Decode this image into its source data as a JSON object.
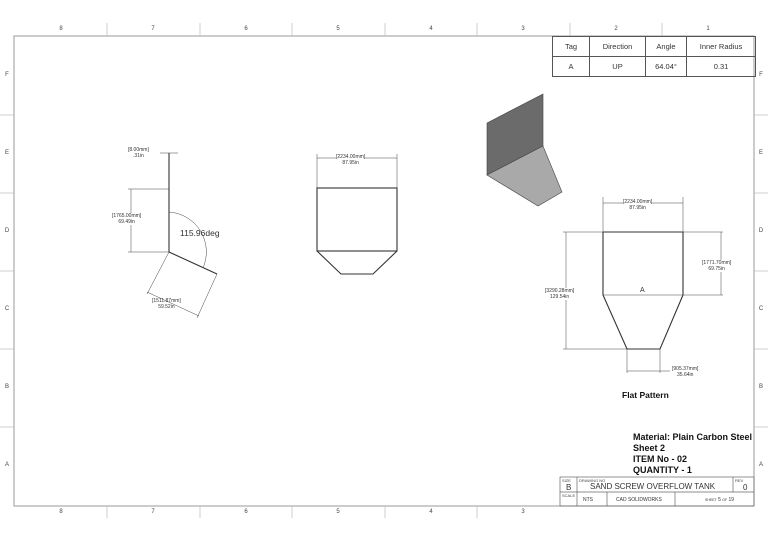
{
  "sheet": {
    "zones_top": [
      "8",
      "7",
      "6",
      "5",
      "4",
      "3",
      "2",
      "1"
    ],
    "zones_bottom": [
      "8",
      "7",
      "6",
      "5",
      "4",
      "3"
    ],
    "zones_side": [
      "F",
      "E",
      "D",
      "C",
      "B",
      "A"
    ]
  },
  "bend_table": {
    "headers": [
      "Tag",
      "Direction",
      "Angle",
      "Inner Radius"
    ],
    "rows": [
      [
        "A",
        "UP",
        "64.04°",
        "0.31"
      ]
    ]
  },
  "side_view": {
    "thickness_mm": "[8.00mm]",
    "thickness_in": ".31in",
    "height_mm": "[1765.00mm]",
    "height_in": "69.49in",
    "angle": "115.96deg",
    "flange_mm": "[1511.87mm]",
    "flange_in": "59.52in"
  },
  "front_view": {
    "width_mm": "[2234.00mm]",
    "width_in": "87.95in"
  },
  "flat_pattern": {
    "width_mm": "[2234.00mm]",
    "width_in": "87.95in",
    "upper_mm": "[1771.70mm]",
    "upper_in": "69.75in",
    "total_mm": "[3290.28mm]",
    "total_in": "129.54in",
    "bottom_mm": "[905.37mm]",
    "bottom_in": "35.64in",
    "bend_tag": "A",
    "label": "Flat Pattern"
  },
  "notes": {
    "material": "Material: Plain Carbon Steel",
    "sheet": "Sheet 2",
    "item": "ITEM No - 02",
    "quantity": "QUANTITY - 1"
  },
  "title_block": {
    "size_label": "SIZE",
    "size": "B",
    "dwg_label": "DRAWING NO",
    "dwg_no": "SAND SCREW OVERFLOW TANK",
    "rev_label": "REV",
    "rev": "0",
    "scale_label": "SCALE",
    "scale": "NTS",
    "cad": "CAD SOLIDWORKS",
    "sheet_label": "SHEET",
    "sheet_num": "5",
    "of_label": "OF",
    "sheet_total": "19"
  },
  "colors": {
    "line": "#333333",
    "frame": "#9a9a9a",
    "iso_dark": "#6b6b6b",
    "iso_light": "#a9a9a9"
  }
}
